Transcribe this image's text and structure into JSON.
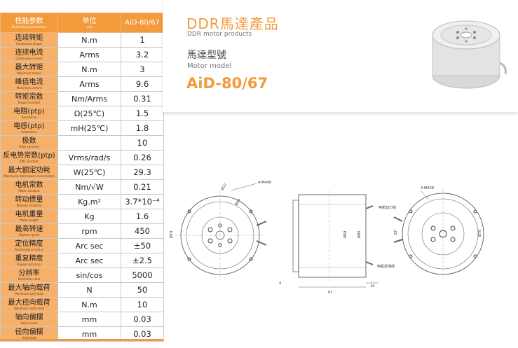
{
  "header": {
    "title": "DDR馬達產品",
    "subtitle": "DDR motor products",
    "model_label": "馬達型號",
    "model_label_en": "Motor model",
    "model_name": "AiD-80/67"
  },
  "table": {
    "headers": [
      {
        "zh": "性能参数",
        "en": "Performance parameters"
      },
      {
        "zh": "单位",
        "en": "unit"
      },
      {
        "zh": "AiD-80/67",
        "en": ""
      }
    ],
    "rows": [
      {
        "zh": "连续转矩",
        "en": "Continuous torque",
        "unit": "N.m",
        "value": "1"
      },
      {
        "zh": "连续电流",
        "en": "Continuous current",
        "unit": "Arms",
        "value": "3.2"
      },
      {
        "zh": "最大转矩",
        "en": "Maximum torque",
        "unit": "N.m",
        "value": "3"
      },
      {
        "zh": "峰值电流",
        "en": "Maximum current",
        "unit": "Arms",
        "value": "9.6"
      },
      {
        "zh": "转矩常数",
        "en": "Torque constant",
        "unit": "Nm/Arms",
        "value": "0.31"
      },
      {
        "zh": "电阻(ptp)",
        "en": "Resistance",
        "unit": "Ω(25℃)",
        "value": "1.5"
      },
      {
        "zh": "电感(ptp)",
        "en": "Inductance",
        "unit": "mH(25℃)",
        "value": "1.8"
      },
      {
        "zh": "极数",
        "en": "Poles constant",
        "unit": "",
        "value": "10"
      },
      {
        "zh": "反电势常数(ptp)",
        "en": "EMF constant",
        "unit": "Vrms/rad/s",
        "value": "0.26"
      },
      {
        "zh": "最大额定功耗",
        "en": "Maximum rated power consumption",
        "unit": "W(25℃)",
        "value": "29.3"
      },
      {
        "zh": "电机常数",
        "en": "Motor constant",
        "unit": "Nm/√W",
        "value": "0.21"
      },
      {
        "zh": "转动惯量",
        "en": "Moment of inertia",
        "unit": "Kg.m²",
        "value": "3.7*10⁻⁴"
      },
      {
        "zh": "电机重量",
        "en": "Motor weight",
        "unit": "Kg",
        "value": "1.6"
      },
      {
        "zh": "最高转速",
        "en": "Highest speed",
        "unit": "rpm",
        "value": "450"
      },
      {
        "zh": "定位精度",
        "en": "Positioning accuracy",
        "unit": "Arc sec",
        "value": "±50"
      },
      {
        "zh": "重复精度",
        "en": "Repeat accuracy",
        "unit": "Arc sec",
        "value": "±2.5"
      },
      {
        "zh": "分辨率",
        "en": "Resolution ratio",
        "unit": "sin/cos",
        "value": "5000"
      },
      {
        "zh": "最大轴向载荷",
        "en": "Maximum axial load",
        "unit": "N",
        "value": "50"
      },
      {
        "zh": "最大径向载荷",
        "en": "Maximum radial load",
        "unit": "N.m",
        "value": "10"
      },
      {
        "zh": "轴向偏摆",
        "en": "Axial runout",
        "unit": "mm",
        "value": "0.03"
      },
      {
        "zh": "径向偏摆",
        "en": "Axial beat",
        "unit": "mm",
        "value": "0.03"
      }
    ]
  },
  "drawing": {
    "front_labels": [
      "4-M4X8",
      "Ø12",
      "Ø54",
      "Ø74"
    ],
    "side_labels": [
      "Ø69",
      "Ø80",
      "67",
      "14",
      "4"
    ],
    "back_labels": [
      "4-M4X8",
      "电机动力线",
      "电机反馈线",
      "Ø70",
      "33°"
    ]
  },
  "colors": {
    "accent": "#f39a3c",
    "name_cell": "#f6b06a"
  }
}
